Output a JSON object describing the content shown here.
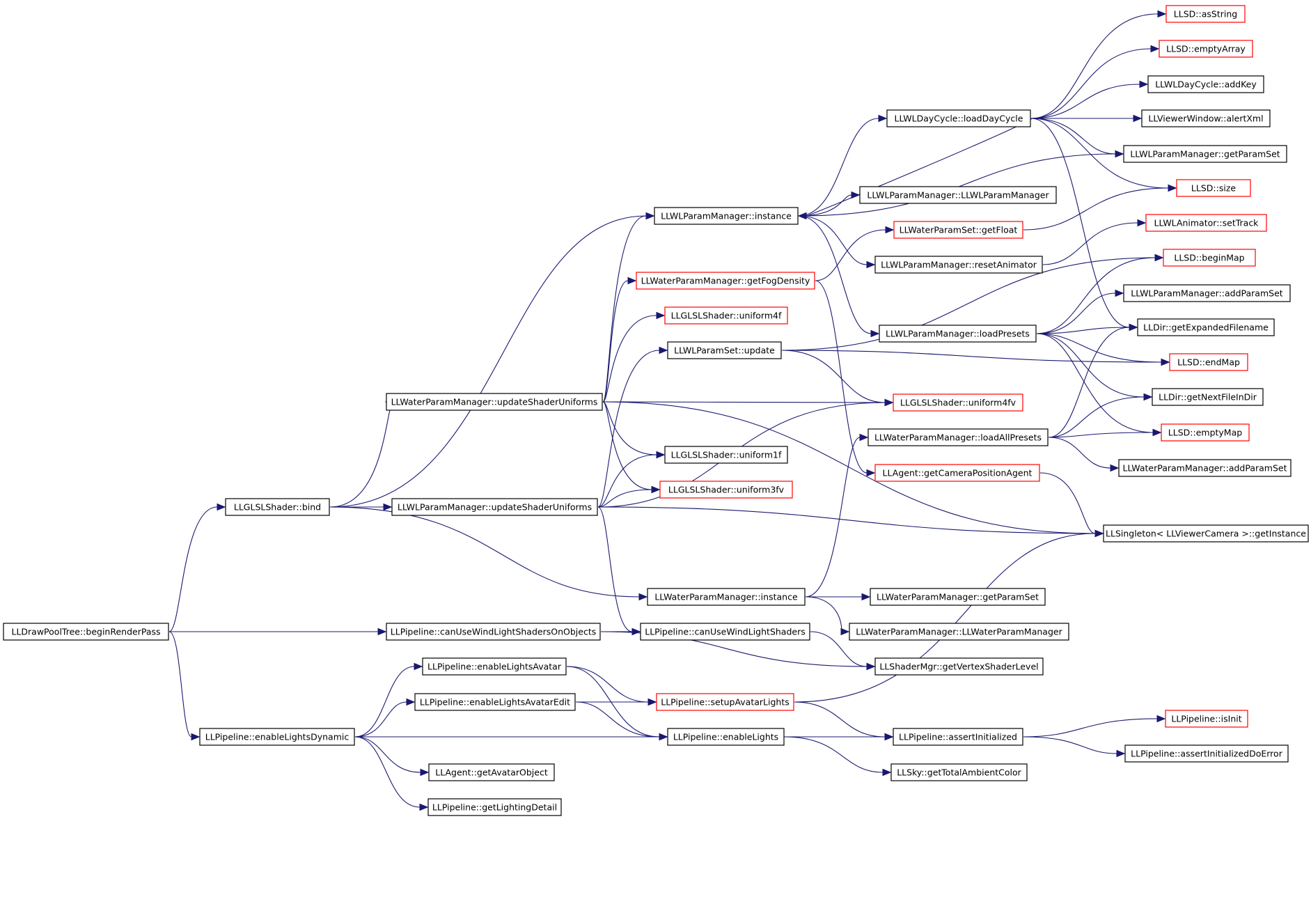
{
  "colors": {
    "edge": "#191970",
    "node_border": "#000000",
    "node_border_undocumented": "#ff0000",
    "node_fill": "#ffffff",
    "root_fill": "#bfbfbf"
  },
  "nodes": [
    {
      "id": "begin",
      "label": "LLDrawPoolTree::beginRenderPass",
      "style": "root"
    },
    {
      "id": "bind",
      "label": "LLGLSLShader::bind",
      "style": "normal"
    },
    {
      "id": "canObjs",
      "label": "LLPipeline::canUseWindLightShadersOnObjects",
      "style": "normal"
    },
    {
      "id": "dyn",
      "label": "LLPipeline::enableLightsDynamic",
      "style": "normal"
    },
    {
      "id": "wlUpd",
      "label": "LLWLParamManager::updateShaderUniforms",
      "style": "normal"
    },
    {
      "id": "waterUpd",
      "label": "LLWaterParamManager::updateShaderUniforms",
      "style": "normal"
    },
    {
      "id": "waterInst",
      "label": "LLWaterParamManager::instance",
      "style": "normal"
    },
    {
      "id": "wlInst",
      "label": "LLWLParamManager::instance",
      "style": "normal"
    },
    {
      "id": "canUse",
      "label": "LLPipeline::canUseWindLightShaders",
      "style": "normal"
    },
    {
      "id": "avatar",
      "label": "LLPipeline::enableLightsAvatar",
      "style": "normal"
    },
    {
      "id": "avatarEdit",
      "label": "LLPipeline::enableLightsAvatarEdit",
      "style": "normal"
    },
    {
      "id": "getAvObj",
      "label": "LLAgent::getAvatarObject",
      "style": "normal"
    },
    {
      "id": "lightDet",
      "label": "LLPipeline::getLightingDetail",
      "style": "normal"
    },
    {
      "id": "fog",
      "label": "LLWaterParamManager::getFogDensity",
      "style": "undocumented"
    },
    {
      "id": "u4f",
      "label": "LLGLSLShader::uniform4f",
      "style": "undocumented"
    },
    {
      "id": "wlpsUpd",
      "label": "LLWLParamSet::update",
      "style": "normal"
    },
    {
      "id": "u1f",
      "label": "LLGLSLShader::uniform1f",
      "style": "normal"
    },
    {
      "id": "u3fv",
      "label": "LLGLSLShader::uniform3fv",
      "style": "undocumented"
    },
    {
      "id": "setupAv",
      "label": "LLPipeline::setupAvatarLights",
      "style": "undocumented"
    },
    {
      "id": "enLights",
      "label": "LLPipeline::enableLights",
      "style": "normal"
    },
    {
      "id": "dayCycle",
      "label": "LLWLDayCycle::loadDayCycle",
      "style": "normal"
    },
    {
      "id": "wlCtor",
      "label": "LLWLParamManager::LLWLParamManager",
      "style": "normal"
    },
    {
      "id": "getFloat",
      "label": "LLWaterParamSet::getFloat",
      "style": "undocumented"
    },
    {
      "id": "resetAnim",
      "label": "LLWLParamManager::resetAnimator",
      "style": "normal"
    },
    {
      "id": "loadPresets",
      "label": "LLWLParamManager::loadPresets",
      "style": "normal"
    },
    {
      "id": "u4fv",
      "label": "LLGLSLShader::uniform4fv",
      "style": "undocumented"
    },
    {
      "id": "loadAll",
      "label": "LLWaterParamManager::loadAllPresets",
      "style": "normal"
    },
    {
      "id": "camPos",
      "label": "LLAgent::getCameraPositionAgent",
      "style": "undocumented"
    },
    {
      "id": "waterGetPS",
      "label": "LLWaterParamManager::getParamSet",
      "style": "normal"
    },
    {
      "id": "waterCtor",
      "label": "LLWaterParamManager::LLWaterParamManager",
      "style": "normal"
    },
    {
      "id": "vsLevel",
      "label": "LLShaderMgr::getVertexShaderLevel",
      "style": "normal"
    },
    {
      "id": "assertInit",
      "label": "LLPipeline::assertInitialized",
      "style": "normal"
    },
    {
      "id": "ambient",
      "label": "LLSky::getTotalAmbientColor",
      "style": "normal"
    },
    {
      "id": "asString",
      "label": "LLSD::asString",
      "style": "undocumented"
    },
    {
      "id": "emptyArray",
      "label": "LLSD::emptyArray",
      "style": "undocumented"
    },
    {
      "id": "addKey",
      "label": "LLWLDayCycle::addKey",
      "style": "normal"
    },
    {
      "id": "alertXml",
      "label": "LLViewerWindow::alertXml",
      "style": "normal"
    },
    {
      "id": "wlGetPS",
      "label": "LLWLParamManager::getParamSet",
      "style": "normal"
    },
    {
      "id": "size",
      "label": "LLSD::size",
      "style": "undocumented"
    },
    {
      "id": "setTrack",
      "label": "LLWLAnimator::setTrack",
      "style": "undocumented"
    },
    {
      "id": "beginMap",
      "label": "LLSD::beginMap",
      "style": "undocumented"
    },
    {
      "id": "addPS",
      "label": "LLWLParamManager::addParamSet",
      "style": "normal"
    },
    {
      "id": "expFile",
      "label": "LLDir::getExpandedFilename",
      "style": "normal"
    },
    {
      "id": "endMap",
      "label": "LLSD::endMap",
      "style": "undocumented"
    },
    {
      "id": "nextFile",
      "label": "LLDir::getNextFileInDir",
      "style": "normal"
    },
    {
      "id": "emptyMap",
      "label": "LLSD::emptyMap",
      "style": "undocumented"
    },
    {
      "id": "waterAddPS",
      "label": "LLWaterParamManager::addParamSet",
      "style": "normal"
    },
    {
      "id": "singleton",
      "label": "LLSingleton< LLViewerCamera >::getInstance",
      "style": "normal"
    },
    {
      "id": "isInit",
      "label": "LLPipeline::isInit",
      "style": "undocumented"
    },
    {
      "id": "assertErr",
      "label": "LLPipeline::assertInitializedDoError",
      "style": "normal"
    }
  ],
  "edges": [
    [
      "begin",
      "bind"
    ],
    [
      "begin",
      "canObjs"
    ],
    [
      "begin",
      "dyn"
    ],
    [
      "bind",
      "wlInst"
    ],
    [
      "bind",
      "waterUpd"
    ],
    [
      "bind",
      "wlUpd"
    ],
    [
      "bind",
      "waterInst"
    ],
    [
      "waterUpd",
      "wlInst"
    ],
    [
      "waterUpd",
      "fog"
    ],
    [
      "waterUpd",
      "u4f"
    ],
    [
      "waterUpd",
      "u4fv"
    ],
    [
      "waterUpd",
      "u1f"
    ],
    [
      "waterUpd",
      "u3fv"
    ],
    [
      "waterUpd",
      "singleton"
    ],
    [
      "wlUpd",
      "wlpsUpd"
    ],
    [
      "wlUpd",
      "u1f"
    ],
    [
      "wlUpd",
      "u3fv"
    ],
    [
      "wlUpd",
      "u4fv"
    ],
    [
      "wlUpd",
      "canUse"
    ],
    [
      "wlUpd",
      "singleton"
    ],
    [
      "canObjs",
      "canUse"
    ],
    [
      "canObjs",
      "vsLevel"
    ],
    [
      "canUse",
      "vsLevel"
    ],
    [
      "dyn",
      "avatar"
    ],
    [
      "dyn",
      "avatarEdit"
    ],
    [
      "dyn",
      "enLights"
    ],
    [
      "dyn",
      "getAvObj"
    ],
    [
      "dyn",
      "lightDet"
    ],
    [
      "dyn",
      "assertInit"
    ],
    [
      "avatar",
      "setupAv"
    ],
    [
      "avatar",
      "enLights"
    ],
    [
      "avatarEdit",
      "setupAv"
    ],
    [
      "avatarEdit",
      "enLights"
    ],
    [
      "setupAv",
      "assertInit"
    ],
    [
      "setupAv",
      "singleton"
    ],
    [
      "enLights",
      "assertInit"
    ],
    [
      "enLights",
      "ambient"
    ],
    [
      "wlInst",
      "dayCycle"
    ],
    [
      "wlInst",
      "wlCtor"
    ],
    [
      "wlInst",
      "resetAnim"
    ],
    [
      "wlInst",
      "loadPresets"
    ],
    [
      "wlInst",
      "wlGetPS"
    ],
    [
      "fog",
      "getFloat"
    ],
    [
      "fog",
      "camPos"
    ],
    [
      "getFloat",
      "size"
    ],
    [
      "wlpsUpd",
      "beginMap"
    ],
    [
      "wlpsUpd",
      "endMap"
    ],
    [
      "wlpsUpd",
      "u4fv"
    ],
    [
      "dayCycle",
      "asString"
    ],
    [
      "dayCycle",
      "emptyArray"
    ],
    [
      "dayCycle",
      "addKey"
    ],
    [
      "dayCycle",
      "alertXml"
    ],
    [
      "dayCycle",
      "wlGetPS"
    ],
    [
      "dayCycle",
      "size"
    ],
    [
      "dayCycle",
      "expFile"
    ],
    [
      "dayCycle",
      "wlInst"
    ],
    [
      "resetAnim",
      "setTrack"
    ],
    [
      "loadPresets",
      "beginMap"
    ],
    [
      "loadPresets",
      "addPS"
    ],
    [
      "loadPresets",
      "expFile"
    ],
    [
      "loadPresets",
      "endMap"
    ],
    [
      "loadPresets",
      "nextFile"
    ],
    [
      "loadPresets",
      "emptyMap"
    ],
    [
      "waterInst",
      "waterGetPS"
    ],
    [
      "waterInst",
      "waterCtor"
    ],
    [
      "waterInst",
      "loadAll"
    ],
    [
      "loadAll",
      "expFile"
    ],
    [
      "loadAll",
      "nextFile"
    ],
    [
      "loadAll",
      "emptyMap"
    ],
    [
      "loadAll",
      "waterAddPS"
    ],
    [
      "camPos",
      "singleton"
    ],
    [
      "assertInit",
      "isInit"
    ],
    [
      "assertInit",
      "assertErr"
    ]
  ]
}
